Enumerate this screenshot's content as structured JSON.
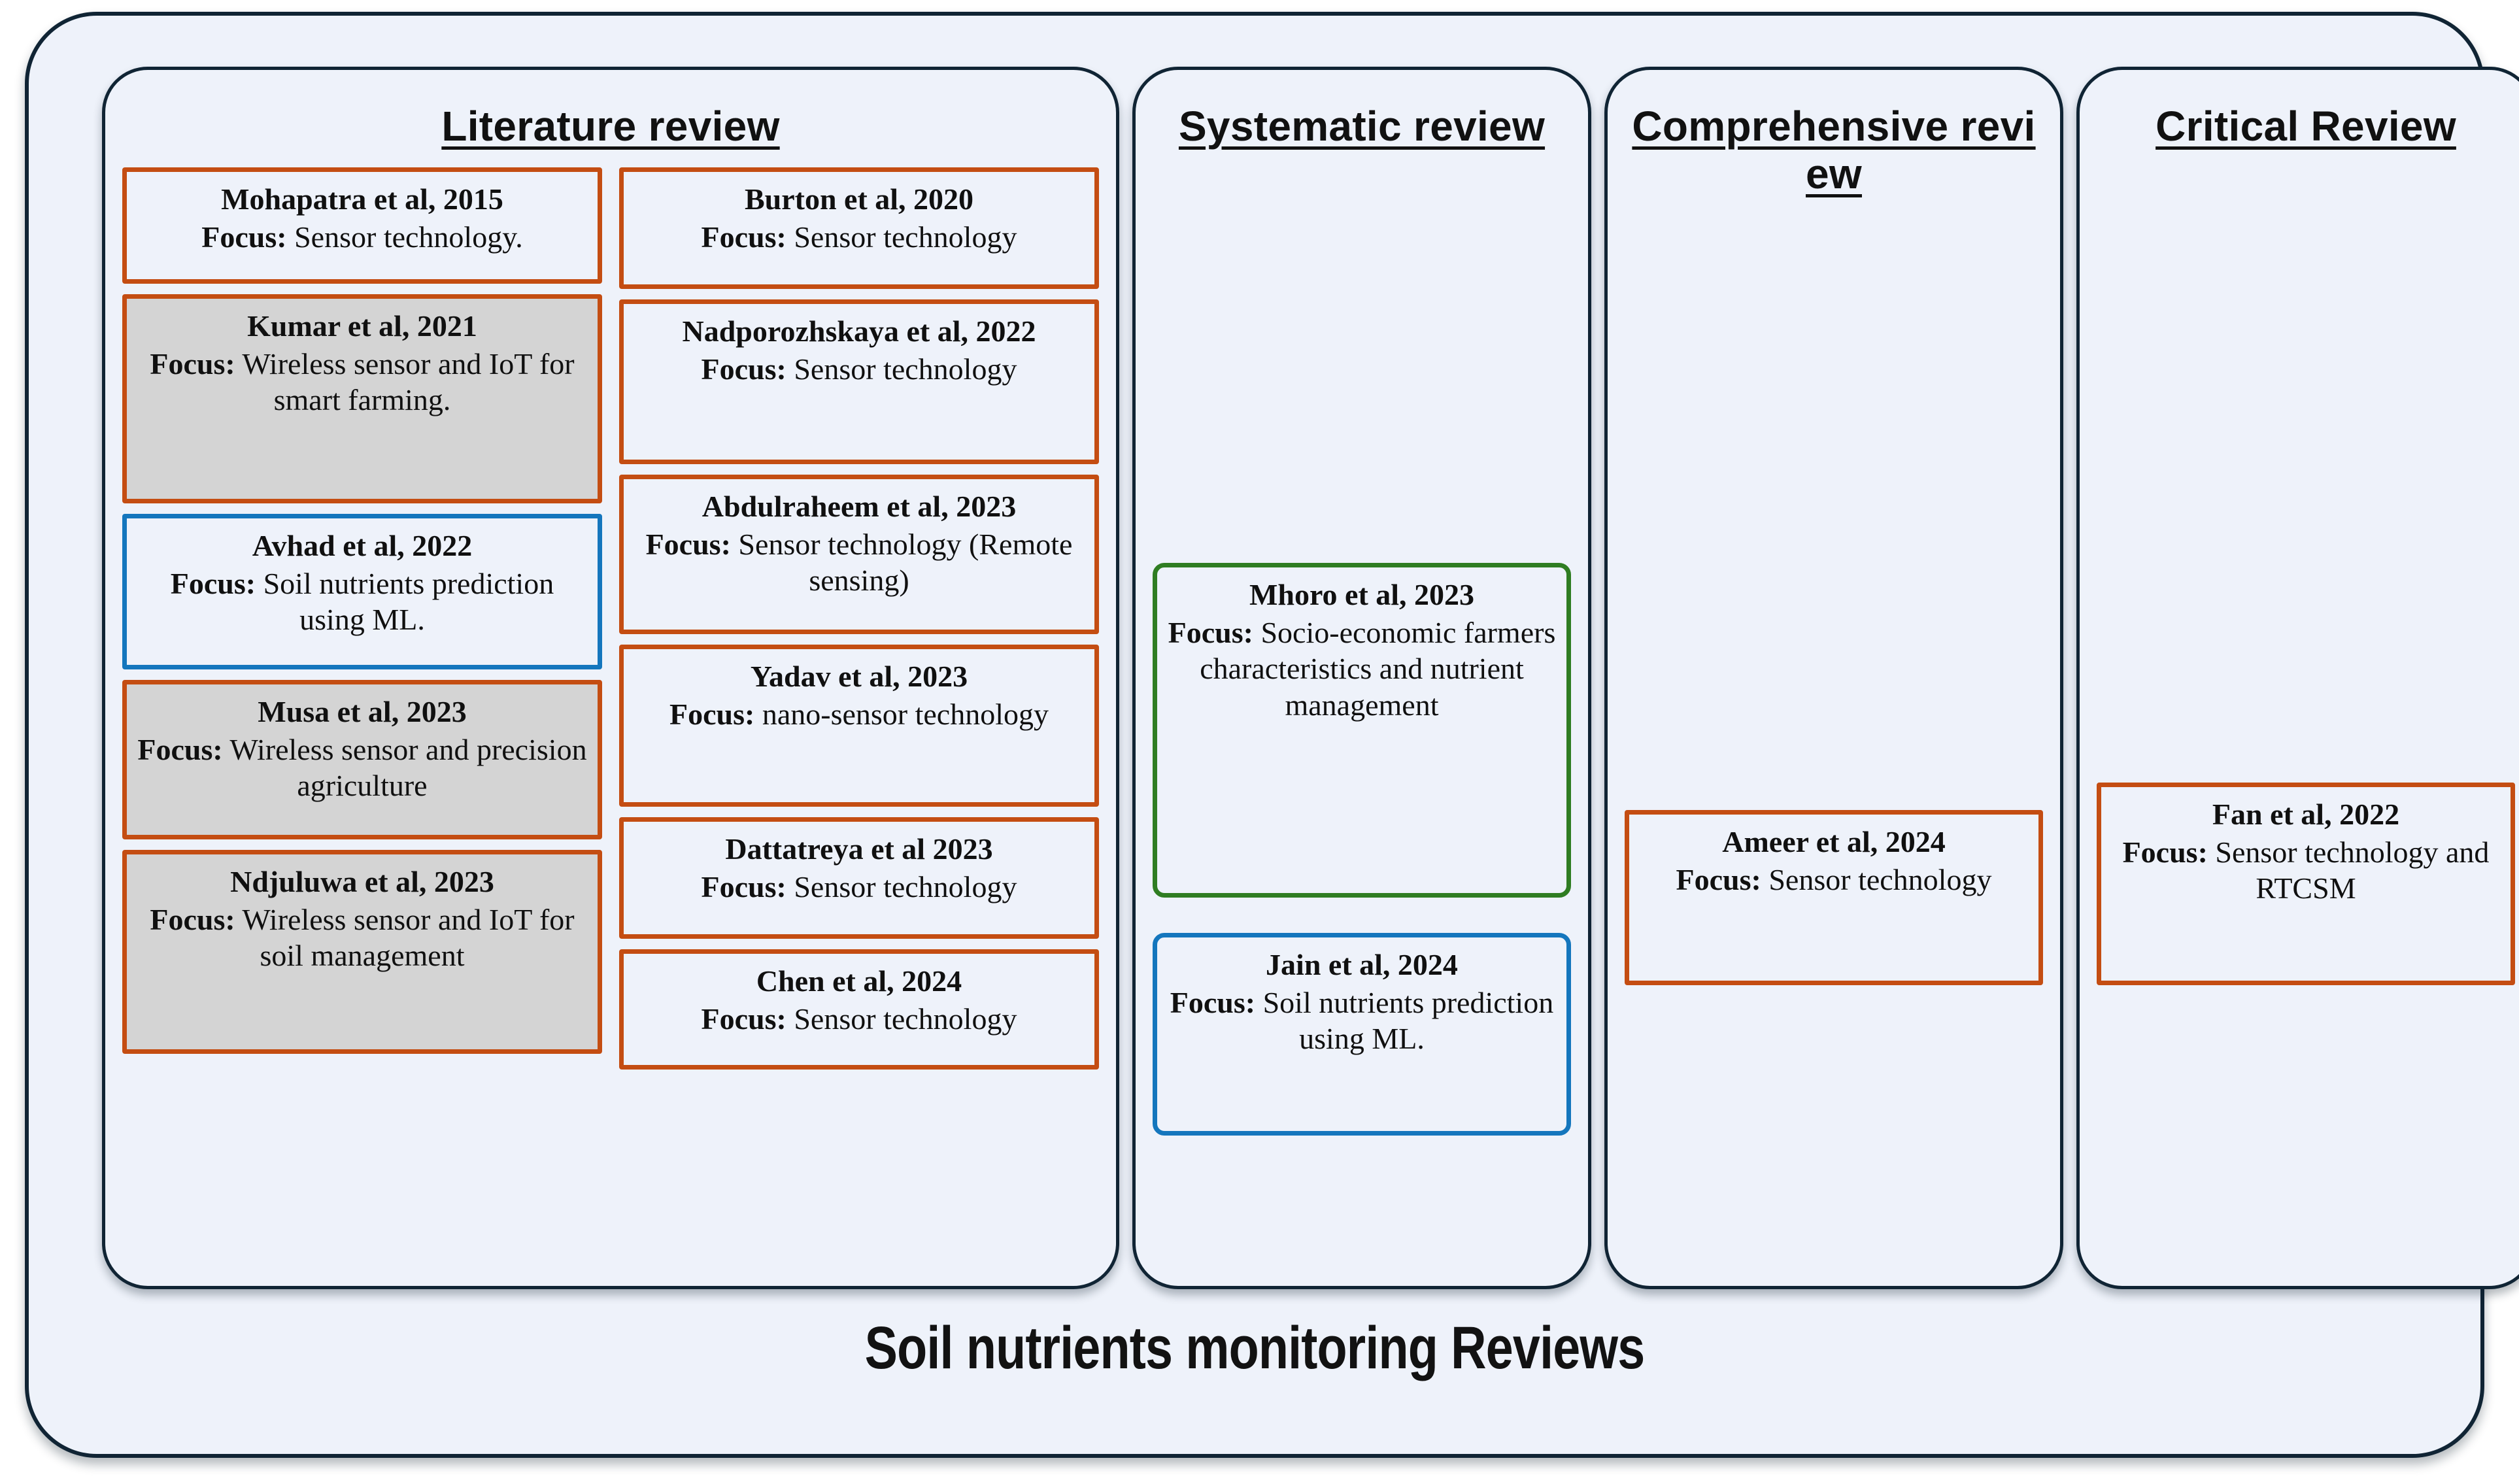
{
  "diagram": {
    "overall_title": "Soil nutrients monitoring Reviews",
    "colors": {
      "page_background": "#eef2fa",
      "container_border": "#102434",
      "card_border_orange": "#c44d12",
      "card_border_blue": "#1476bd",
      "card_border_green": "#2f7d22",
      "card_fill_gray": "#d4d4d4",
      "card_fill_default": "#eef2fa",
      "text": "#101010"
    }
  },
  "columns": [
    {
      "id": "literature-review",
      "heading": "Literature  review",
      "left_cards": [
        {
          "citation": "Mohapatra et al, 2015",
          "focus_label": "Focus:",
          "focus_text": " Sensor technology.",
          "border_color_name": "orange",
          "fill": "none"
        },
        {
          "citation": "Kumar et al, 2021",
          "focus_label": "Focus:",
          "focus_text": " Wireless sensor and IoT for smart farming.",
          "border_color_name": "orange",
          "fill": "gray"
        },
        {
          "citation": "Avhad et al, 2022",
          "focus_label": "Focus:",
          "focus_text": " Soil nutrients prediction using ML.",
          "border_color_name": "blue",
          "fill": "none"
        },
        {
          "citation": "Musa et al, 2023",
          "focus_label": "Focus:",
          "focus_text": " Wireless sensor and precision agriculture",
          "border_color_name": "orange",
          "fill": "gray"
        },
        {
          "citation": "Ndjuluwa et al, 2023",
          "focus_label": "Focus:",
          "focus_text": " Wireless sensor and IoT for soil management",
          "border_color_name": "orange",
          "fill": "gray"
        }
      ],
      "right_cards": [
        {
          "citation": "Burton et al, 2020",
          "focus_label": "Focus:",
          "focus_text": " Sensor technology",
          "border_color_name": "orange",
          "fill": "none"
        },
        {
          "citation": "Nadporozhskaya  et al, 2022",
          "focus_label": "Focus:",
          "focus_text": " Sensor technology",
          "border_color_name": "orange",
          "fill": "none"
        },
        {
          "citation": "Abdulraheem et al, 2023",
          "focus_label": "Focus:",
          "focus_text": " Sensor technology (Remote sensing)",
          "border_color_name": "orange",
          "fill": "none"
        },
        {
          "citation": "Yadav et al, 2023",
          "focus_label": "Focus:",
          "focus_text": " nano-sensor technology",
          "border_color_name": "orange",
          "fill": "none"
        },
        {
          "citation": "Dattatreya et al 2023",
          "focus_label": "Focus:",
          "focus_text": " Sensor technology",
          "border_color_name": "orange",
          "fill": "none"
        },
        {
          "citation": "Chen et al, 2024",
          "focus_label": "Focus:",
          "focus_text": " Sensor technology",
          "border_color_name": "orange",
          "fill": "none"
        }
      ]
    },
    {
      "id": "systematic-review",
      "heading": "Systematic review",
      "cards": [
        {
          "citation": "Mhoro et al, 2023",
          "focus_label": "Focus:",
          "focus_text": " Socio-economic farmers characteristics and nutrient management",
          "border_color_name": "green",
          "fill": "none"
        },
        {
          "citation": "Jain et al, 2024",
          "focus_label": "Focus:",
          "focus_text": " Soil nutrients prediction using ML.",
          "border_color_name": "blue",
          "fill": "none"
        }
      ]
    },
    {
      "id": "comprehensive-review",
      "heading": "Comprehensive review",
      "cards": [
        {
          "citation": "Ameer et al, 2024",
          "focus_label": "Focus:",
          "focus_text": " Sensor technology",
          "border_color_name": "orange",
          "fill": "none"
        }
      ]
    },
    {
      "id": "critical-review",
      "heading": "Critical Review",
      "cards": [
        {
          "citation": "Fan et al, 2022",
          "focus_label": "Focus:",
          "focus_text": " Sensor technology and RTCSM",
          "border_color_name": "orange",
          "fill": "none"
        }
      ]
    }
  ]
}
